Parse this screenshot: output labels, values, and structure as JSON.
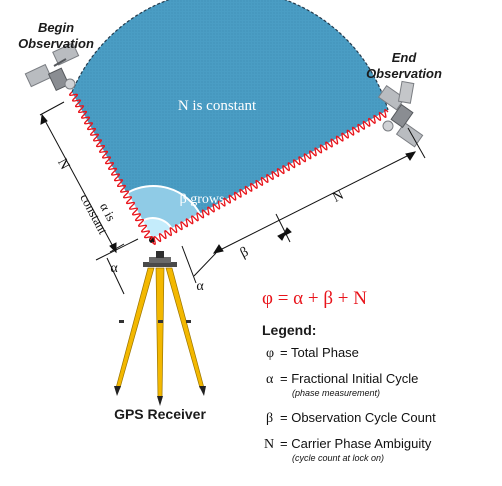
{
  "diagram": {
    "begin_label": [
      "Begin",
      "Observation"
    ],
    "end_label": [
      "End",
      "Observation"
    ],
    "n_constant": "N is constant",
    "beta_grows": "β grows",
    "alpha_is_constant": [
      "α is",
      "constant"
    ],
    "dim_labels": {
      "N": "N",
      "beta": "β",
      "alpha": "α"
    },
    "receiver_label": "GPS Receiver",
    "equation": "φ = α + β + N"
  },
  "legend": {
    "title": "Legend:",
    "items": [
      {
        "symbol": "φ",
        "text": "= Total Phase",
        "sub": ""
      },
      {
        "symbol": "α",
        "text": "= Fractional Initial Cycle",
        "sub": "(phase measurement)"
      },
      {
        "symbol": "β",
        "text": "= Observation Cycle Count",
        "sub": ""
      },
      {
        "symbol": "N",
        "text": "= Carrier Phase Ambiguity",
        "sub": "(cycle count at lock on)"
      }
    ]
  },
  "colors": {
    "sector_fill": "#4a9dc4",
    "inner_fill": "#8fcbe6",
    "core_fill": "#bde6f7",
    "wave": "#e8141b",
    "tripod_legs": "#f3b800",
    "equation": "#e8141b"
  }
}
